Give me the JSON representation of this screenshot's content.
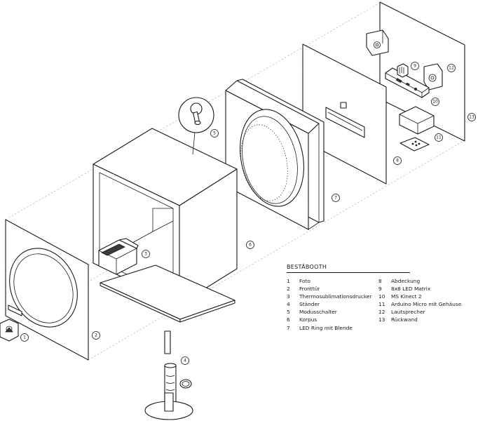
{
  "legend": {
    "title": "BESTÄBOOTH",
    "items": [
      {
        "num": "1",
        "label": "Foto"
      },
      {
        "num": "2",
        "label": "Fronttür"
      },
      {
        "num": "3",
        "label": "Thermosublimationsdrucker"
      },
      {
        "num": "4",
        "label": "Ständer"
      },
      {
        "num": "5",
        "label": "Modusschalter"
      },
      {
        "num": "6",
        "label": "Korpus"
      },
      {
        "num": "7",
        "label": "LED Ring mit Blende"
      },
      {
        "num": "8",
        "label": "Abdeckung"
      },
      {
        "num": "9",
        "label": "8x8 LED Matrix"
      },
      {
        "num": "10",
        "label": "MS Kinect 2"
      },
      {
        "num": "11",
        "label": "Arduino Micro mit Gehäuse"
      },
      {
        "num": "12",
        "label": "Lautsprecher"
      },
      {
        "num": "13",
        "label": "Rückwand"
      }
    ]
  },
  "callouts": {
    "c1": "1",
    "c2": "2",
    "c3": "3",
    "c4": "4",
    "c5": "5",
    "c6": "6",
    "c7": "7",
    "c8": "8",
    "c9": "9",
    "c10": "10",
    "c11": "11",
    "c12": "12",
    "c13": "13"
  }
}
